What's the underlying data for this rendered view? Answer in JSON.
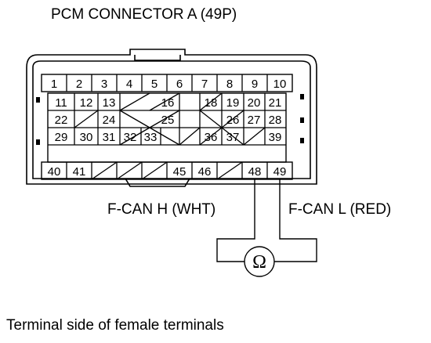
{
  "title": "PCM CONNECTOR A (49P)",
  "caption": "Terminal side of female terminals",
  "wires": {
    "h_label": "F-CAN H (WHT)",
    "l_label": "F-CAN L (RED)"
  },
  "meter_symbol": "Ω",
  "connector": {
    "rows": [
      [
        "1",
        "2",
        "3",
        "4",
        "5",
        "6",
        "7",
        "8",
        "9",
        "10"
      ],
      [
        "11",
        "12",
        "13",
        "",
        "",
        "16",
        "",
        "18",
        "19",
        "20",
        "21"
      ],
      [
        "22",
        "",
        "24",
        "",
        "",
        "25",
        "",
        "",
        "26",
        "27",
        "28"
      ],
      [
        "29",
        "30",
        "31",
        "32",
        "33",
        "",
        "",
        "36",
        "37",
        "",
        "39"
      ],
      [
        "40",
        "41",
        "",
        "",
        "",
        "45",
        "46",
        "",
        "48",
        "49"
      ]
    ]
  }
}
